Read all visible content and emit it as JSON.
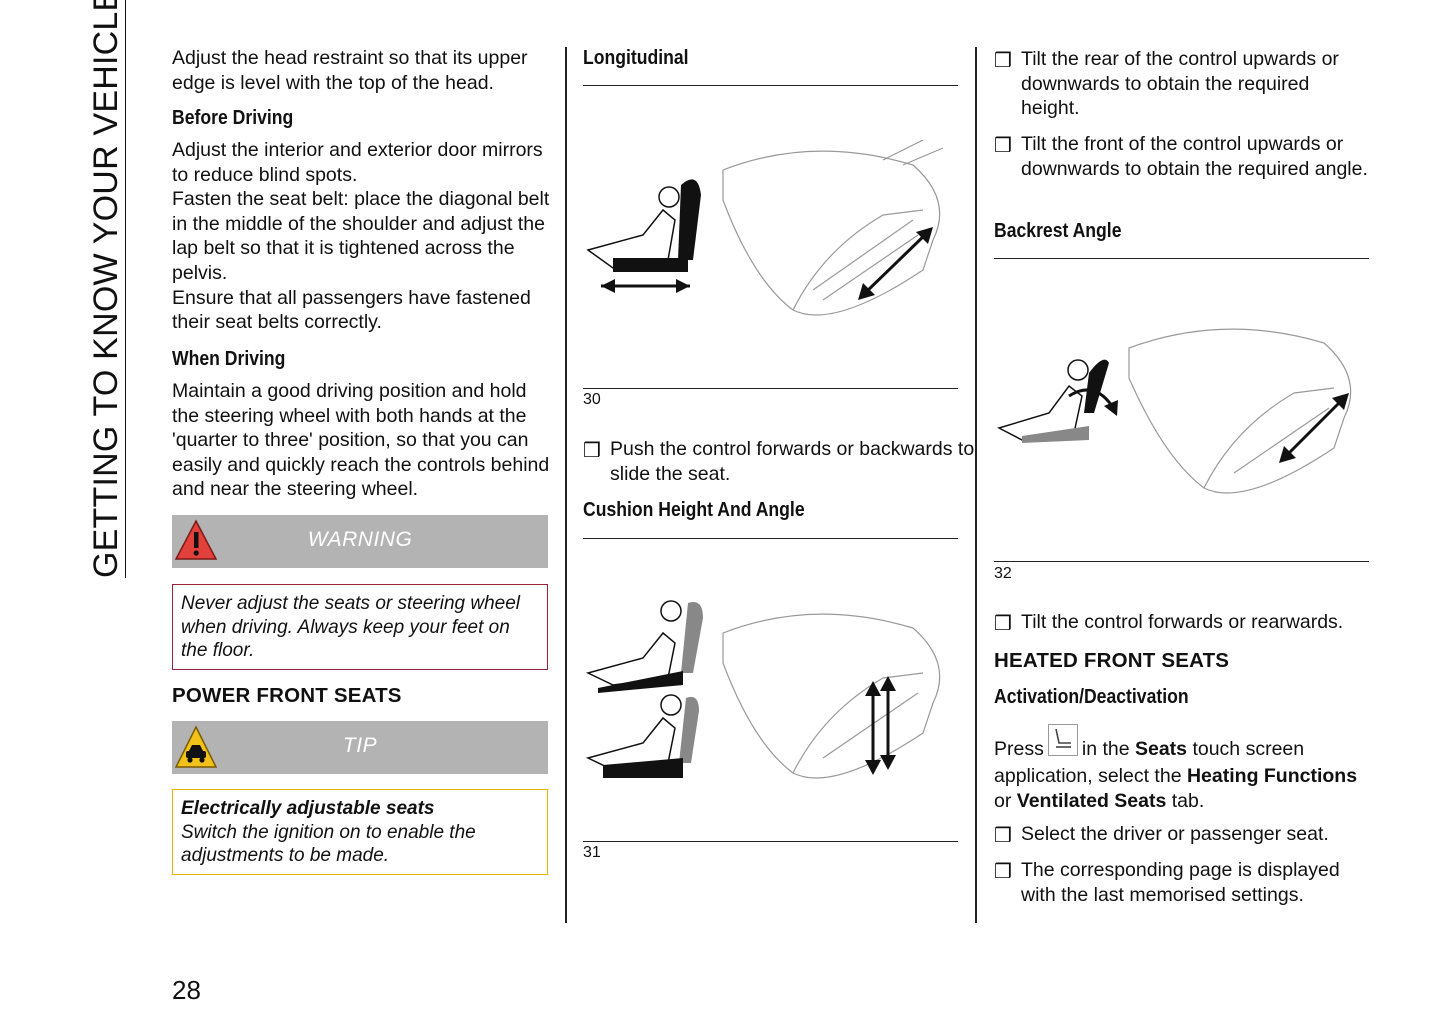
{
  "side_title": "GETTING TO KNOW YOUR VEHICLE",
  "page_number": "28",
  "col1": {
    "intro": "Adjust the head restraint so that its upper edge is level with the top of the head.",
    "before_driving_heading": "Before Driving",
    "before_driving_p1": "Adjust the interior and exterior door mirrors to reduce blind spots.",
    "before_driving_p2": "Fasten the seat belt: place the diagonal belt in the middle of the shoulder and adjust the lap belt so that it is tightened across the pelvis.",
    "before_driving_p3": "Ensure that all passengers have fastened their seat belts correctly.",
    "when_driving_heading": "When Driving",
    "when_driving_text": "Maintain a good driving position and hold the steering wheel with both hands at the 'quarter to three' position, so that you can easily and quickly reach the controls behind and near the steering wheel.",
    "warning_label": "WARNING",
    "warning_text": "Never adjust the seats or steering wheel when driving. Always keep your feet on the floor.",
    "power_heading": "POWER FRONT SEATS",
    "tip_label": "TIP",
    "tip_title": "Electrically adjustable seats",
    "tip_text": "Switch the ignition on to enable the adjustments to be made."
  },
  "col2": {
    "longitudinal_heading": "Longitudinal",
    "fig30": "30",
    "bullet_push": "Push the control forwards or backwards to slide the seat.",
    "cushion_heading": "Cushion Height And Angle",
    "fig31": "31"
  },
  "col3": {
    "bullet_rear": "Tilt the rear of the control upwards or downwards to obtain the required height.",
    "bullet_front": "Tilt the front of the control upwards or downwards to obtain the required angle.",
    "backrest_heading": "Backrest Angle",
    "fig32": "32",
    "bullet_tilt": "Tilt the control forwards or rearwards.",
    "heated_heading": "HEATED FRONT SEATS",
    "activation_heading": "Activation/Deactivation",
    "press_1": "Press",
    "press_2": "in the",
    "press_seats": "Seats",
    "press_3": "touch screen application, select the",
    "press_heating": "Heating Functions",
    "press_or": "or",
    "press_ventilated": "Ventilated Seats",
    "press_tab": "tab.",
    "bullet_select": "Select the driver or passenger seat.",
    "bullet_page": "The corresponding page is displayed with the last memorised settings."
  },
  "bullet_glyph": "❒",
  "colors": {
    "warning_border": "#9b2335",
    "tip_border": "#e8b400",
    "banner_bg": "#b3b3b3"
  }
}
